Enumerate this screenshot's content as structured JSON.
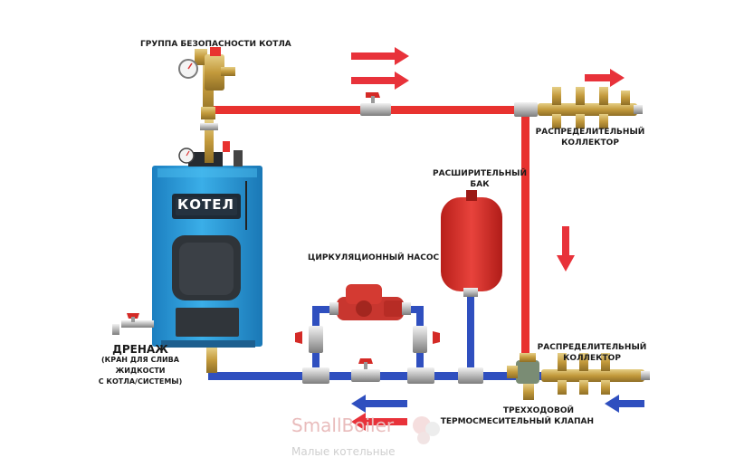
{
  "labels": {
    "safety_group": "ГРУППА БЕЗОПАСНОСТИ КОТЛА",
    "boiler": "КОТЕЛ",
    "expansion_tank_line1": "РАСШИРИТЕЛЬНЫЙ",
    "expansion_tank_line2": "БАК",
    "pump": "ЦИРКУЛЯЦИОННЫЙ НАСОС",
    "collector_top_line1": "РАСПРЕДЕЛИТЕЛЬНЫЙ",
    "collector_top_line2": "КОЛЛЕКТОР",
    "collector_bottom_line1": "РАСПРЕДЕЛИТЕЛЬНЫЙ",
    "collector_bottom_line2": "КОЛЛЕКТОР",
    "valve_line1": "ТРЕХХОДОВОЙ",
    "valve_line2": "ТЕРМОСМЕСИТЕЛЬНЫЙ КЛАПАН",
    "drain_title": "ДРЕНАЖ",
    "drain_line1": "(КРАН ДЛЯ СЛИВА",
    "drain_line2": "ЖИДКОСТИ",
    "drain_line3": "С КОТЛА/СИСТЕМЫ)"
  },
  "watermark": {
    "brand": "SmallBoiler",
    "tagline": "Малые котельные"
  },
  "colors": {
    "hot_pipe": "#e8322f",
    "cold_pipe": "#2f4fbf",
    "boiler_body": "#2b9ad8",
    "tank": "#d62b25",
    "brass": "#c9a64a"
  }
}
